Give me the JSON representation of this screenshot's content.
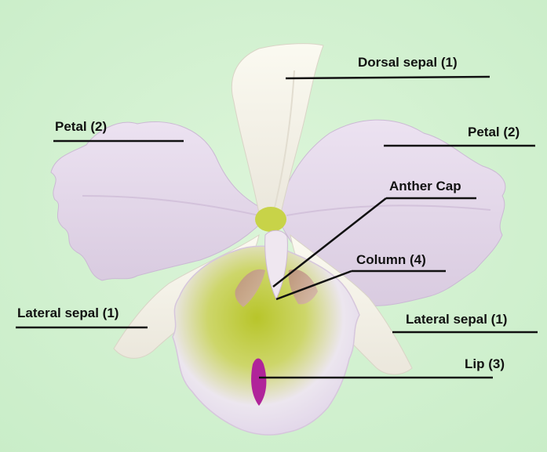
{
  "labels": {
    "dorsal_sepal": "Dorsal sepal (1)",
    "petal_left": "Petal (2)",
    "petal_right": "Petal (2)",
    "anther_cap": "Anther Cap",
    "column": "Column (4)",
    "lateral_sepal_left": "Lateral sepal (1)",
    "lateral_sepal_right": "Lateral sepal (1)",
    "lip": "Lip (3)"
  },
  "colors": {
    "background": "#cdefcc",
    "text": "#111111",
    "leader_line": "#111111",
    "petal": "#e4d8ec",
    "sepal": "#f6f4ea",
    "lip_throat": "#c6cf37",
    "lip_spot": "#b0249a"
  }
}
